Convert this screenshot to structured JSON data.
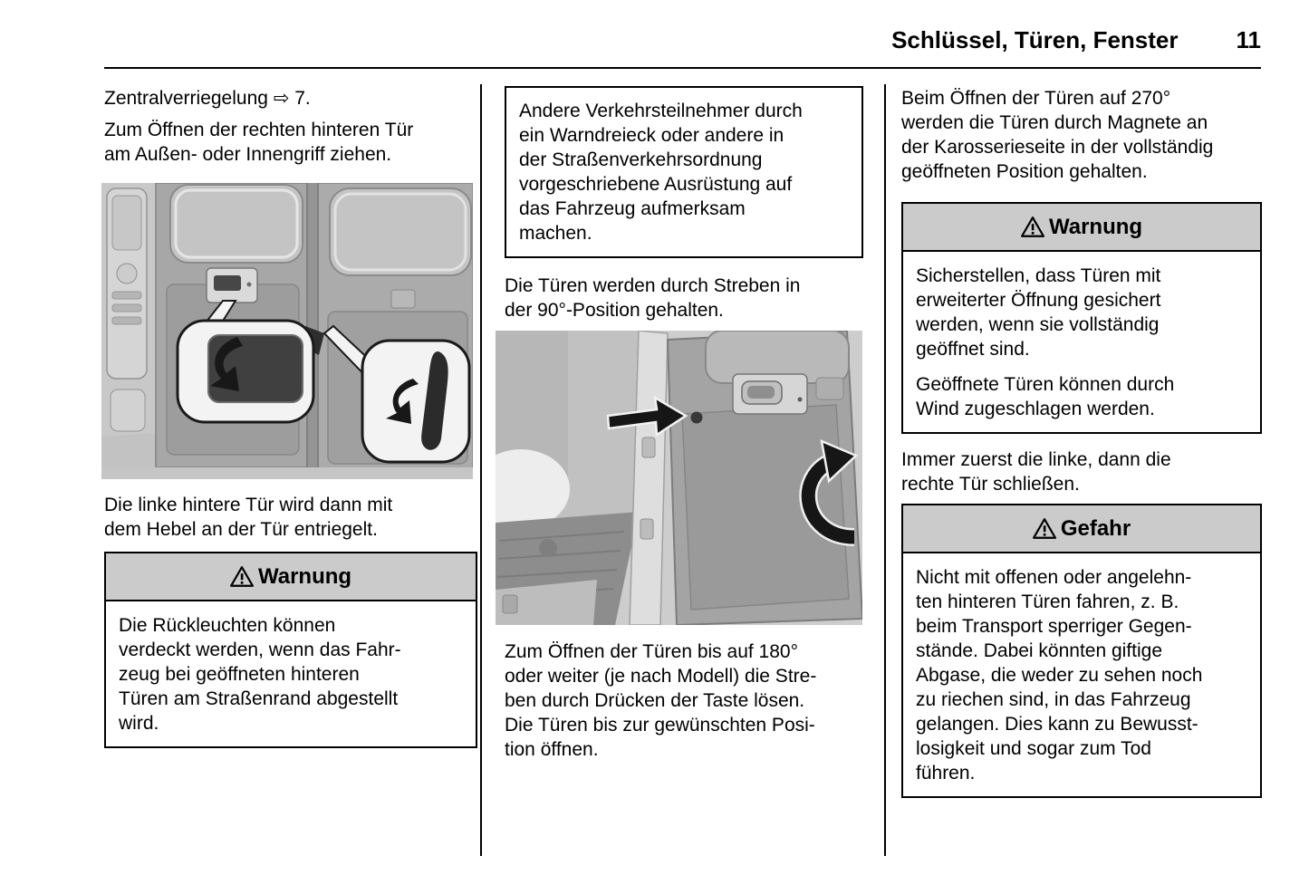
{
  "header": {
    "section_title": "Schlüssel, Türen, Fenster",
    "page_number": "11"
  },
  "left": {
    "para_central_locking": "Zentralverriegelung ⇨ 7.",
    "para_open_right_door": "Zum Öffnen der rechten hinteren Tür\nam Außen- oder Innengriff ziehen.",
    "para_left_door_lever": "Die linke hintere Tür wird dann mit\ndem Hebel an der Tür entriegelt.",
    "warning": {
      "title": "Warnung",
      "body": "Die Rückleuchten können\nverdeckt werden, wenn das Fahr-\nzeug bei geöffneten hinteren\nTüren am Straßenrand abgestellt\nwird."
    }
  },
  "middle": {
    "notice_box": "Andere Verkehrsteilnehmer durch\nein Warndreieck oder andere in\nder Straßenverkehrsordnung\nvorgeschriebene Ausrüstung auf\ndas Fahrzeug aufmerksam\nmachen.",
    "para_struts": "Die Türen werden durch Streben in\nder 90°-Position gehalten.",
    "para_open_180": "Zum Öffnen der Türen bis auf 180°\noder weiter (je nach Modell) die Stre-\nben durch Drücken der Taste lösen.\nDie Türen bis zur gewünschten Posi-\ntion öffnen."
  },
  "right": {
    "para_270_magnets": "Beim Öffnen der Türen auf 270°\nwerden die Türen durch Magnete an\nder Karosserieseite in der vollständig\ngeöffneten Position gehalten.",
    "warning": {
      "title": "Warnung",
      "body_1": "Sicherstellen, dass Türen mit\nerweiterter Öffnung gesichert\nwerden, wenn sie vollständig\ngeöffnet sind.",
      "body_2": "Geöffnete Türen können durch\nWind zugeschlagen werden."
    },
    "para_close_order": "Immer zuerst die linke, dann die\nrechte Tür schließen.",
    "danger": {
      "title": "Gefahr",
      "body": "Nicht mit offenen oder angelehn-\nten hinteren Türen fahren, z. B.\nbeim Transport sperriger Gegen-\nstände. Dabei könnten giftige\nAbgase, die weder zu sehen noch\nzu riechen sind, in das Fahrzeug\ngelangen. Dies kann zu Bewusst-\nlosigkeit und sogar zum Tod\nführen."
    }
  },
  "colors": {
    "alert_header_bg": "#cbcbcb",
    "text": "#000000",
    "illustration_gray": "#b2b2b2"
  }
}
